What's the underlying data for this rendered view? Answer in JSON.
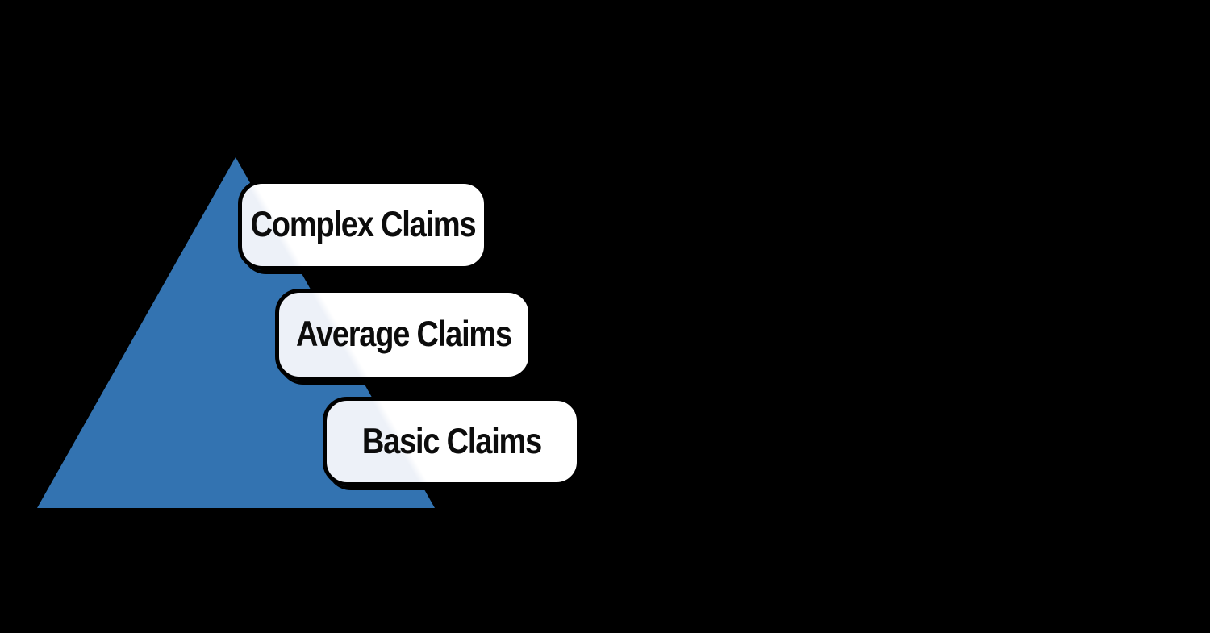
{
  "diagram": {
    "background": "#000000",
    "pyramid": {
      "fill": "#3373b1",
      "levels": [
        "Complex Claims",
        "Average Claims",
        "Basic Claims"
      ]
    },
    "label_box": {
      "fill": "#ffffff",
      "sheen_tint": "#edf1f8",
      "border_color": "#000000",
      "text_color": "#0c0c0c"
    }
  }
}
